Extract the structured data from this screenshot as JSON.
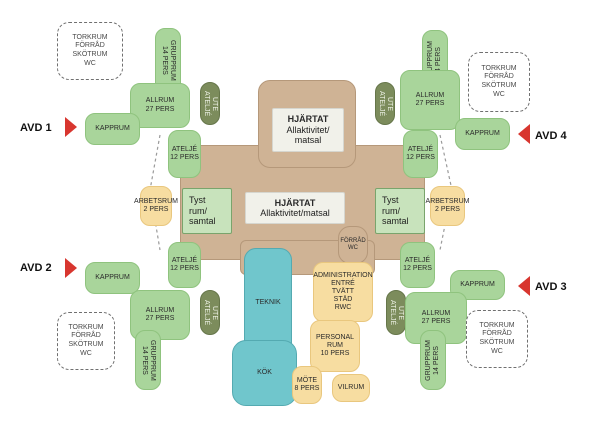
{
  "avd_labels": [
    "AVD 1",
    "AVD 2",
    "AVD 3",
    "AVD 4"
  ],
  "storage": "TORKRUM\nFÖRRÅD\nSKÖTRUM\nWC",
  "rooms": {
    "grupprum": "GRUPPRUM\n14 PERS",
    "allrum": "ALLRUM\n27 PERS",
    "kapprum": "KAPPRUM",
    "atelje": "ATELJÉ\n12 PERS",
    "ute_atelje": "UTE\nATELJÉ",
    "arbetsrum": "ARBETSRUM\n2 PERS",
    "tyst_rum": "Tyst\nrum/\nsamtal",
    "hjartat_title": "HJÄRTAT",
    "hjartat_top_sub": "Allaktivitet/\nmatsal",
    "hjartat_main_sub": "Allaktivitet/matsal",
    "teknik": "TEKNIK",
    "kok": "KÖK",
    "forrad_wc": "FÖRRÅD\nWC",
    "administration": "ADMINISTRATION\nENTRÉ\nTVÄTT\nSTÄD\nRWC",
    "personalrum": "PERSONAL\nRUM\n10 PERS",
    "mote": "MÖTE\n8 PERS",
    "vilrum": "VILRUM"
  },
  "colors": {
    "green_room": "#a9d59b",
    "dark_green_room": "#7c8c5c",
    "peach_room": "#f7dda1",
    "tan_room": "#cfb395",
    "teal_room": "#70c6cc",
    "arrow": "#d8362f"
  }
}
